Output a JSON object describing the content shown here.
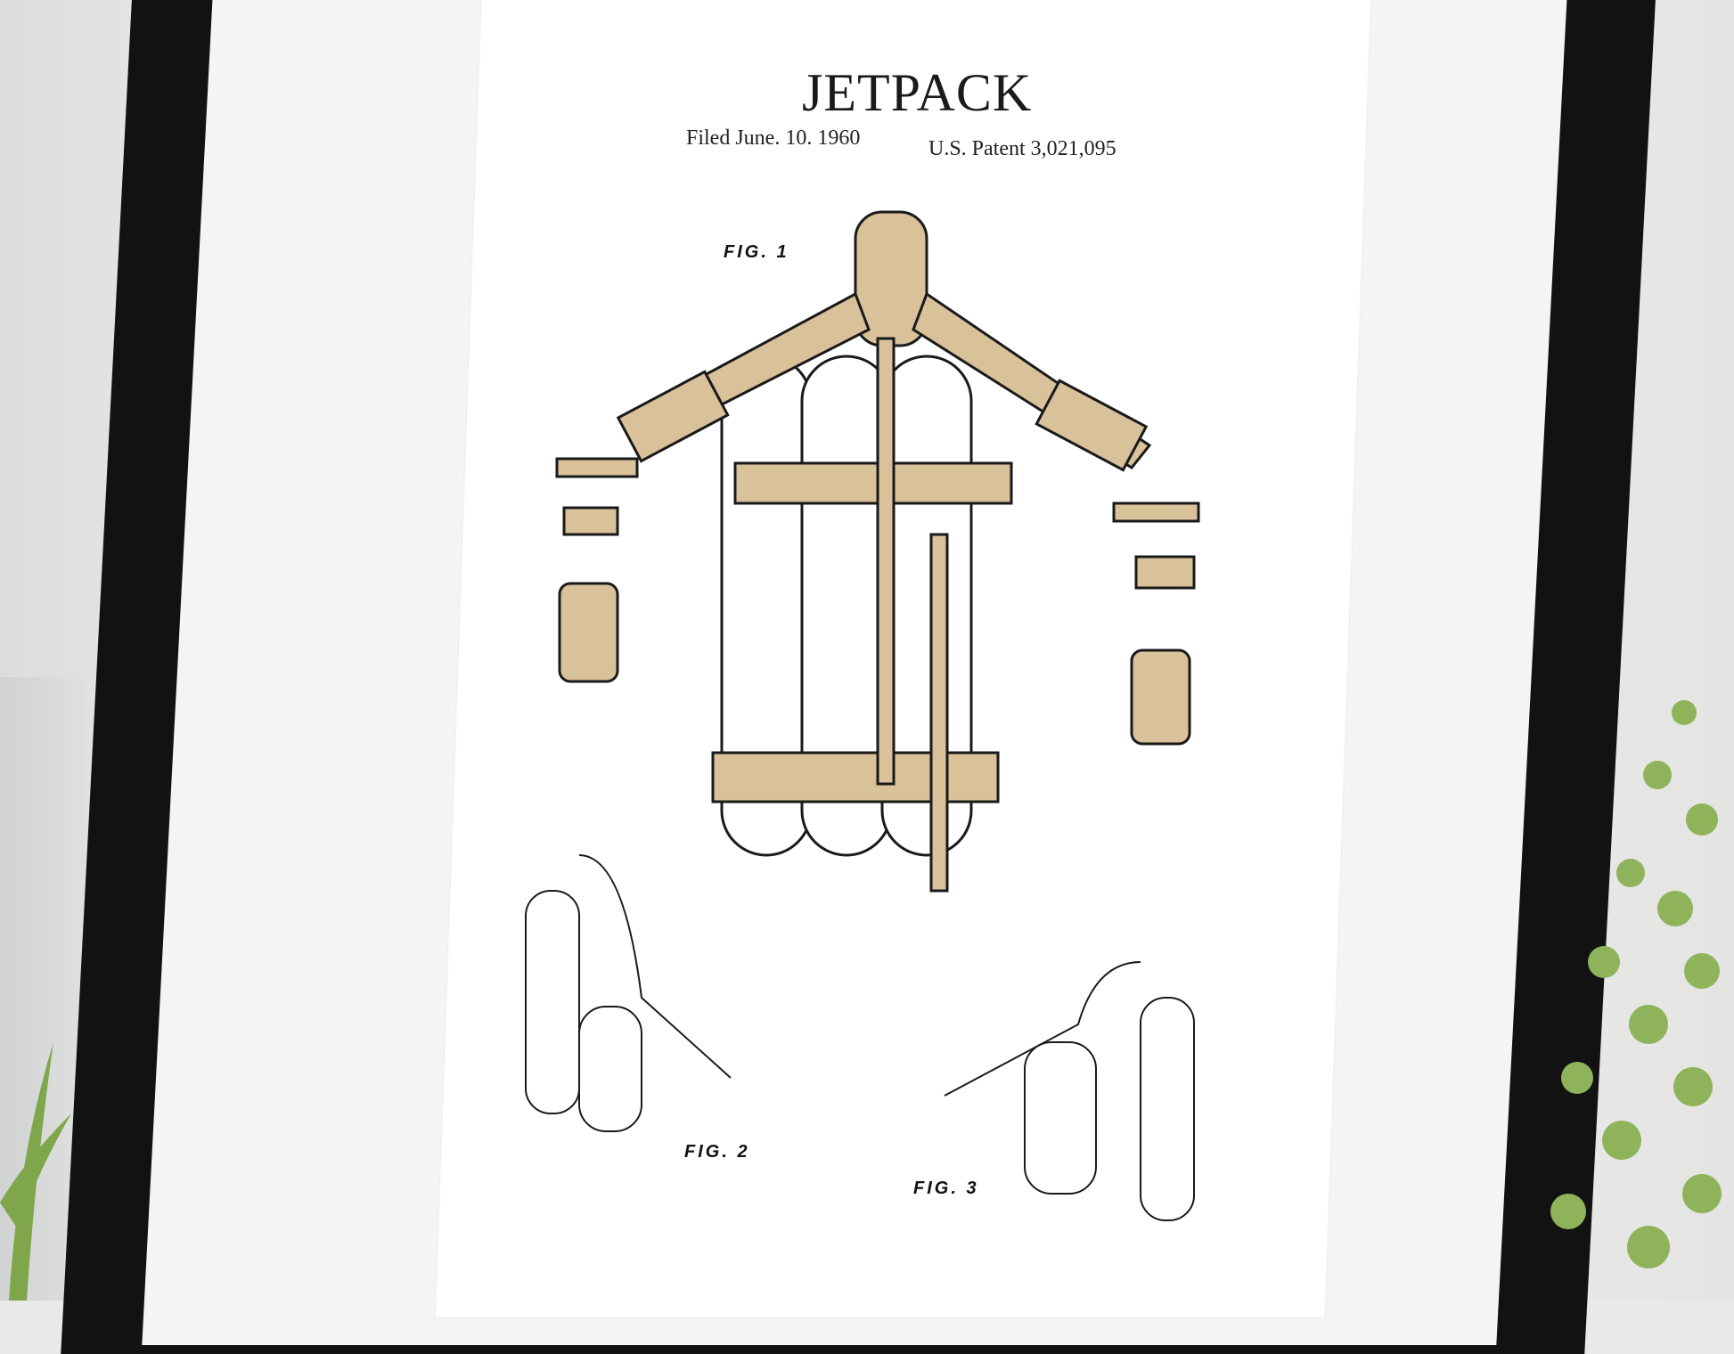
{
  "poster": {
    "title": "JETPACK",
    "filed": "Filed June. 10. 1960",
    "patent": "U.S. Patent 3,021,095",
    "figures": [
      "FIG. 1",
      "FIG. 2",
      "FIG. 3"
    ]
  },
  "colors": {
    "frame": "#121212",
    "mat": "#f4f4f2",
    "paper": "#ffffff",
    "wood_accent": "#d9c29a",
    "ink": "#1a1a1a",
    "plant": "#7fa64a"
  }
}
